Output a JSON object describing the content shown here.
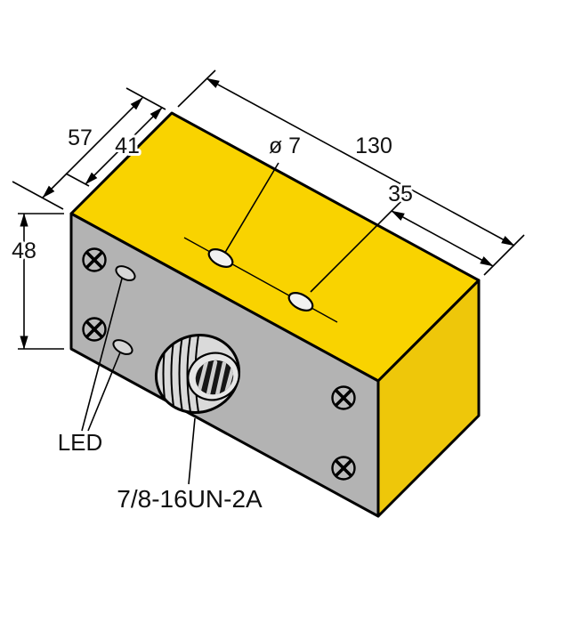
{
  "diagram": {
    "kind": "sensor dimensional drawing",
    "background": "#ffffff",
    "colors": {
      "body_top": "#f9d300",
      "body_end": "#eec70a",
      "body_front": "#b3b3b3",
      "outline": "#000000",
      "screw_head": "#bcbcbc",
      "led_lens": "#d6d6d6",
      "hole_fill": "#f1f1f1",
      "connector_body": "#dadada",
      "connector_face": "#e6e6e6",
      "connector_center": "#161616"
    },
    "dimensions": {
      "overall_width": "57",
      "hole_offset": "41",
      "overall_length": "130",
      "hole_to_end_distance": "35",
      "overall_height": "48",
      "mounting_hole_diameter": "ø 7"
    },
    "callouts": {
      "led_label": "LED",
      "connector_label": "7/8-16UN-2A"
    }
  }
}
